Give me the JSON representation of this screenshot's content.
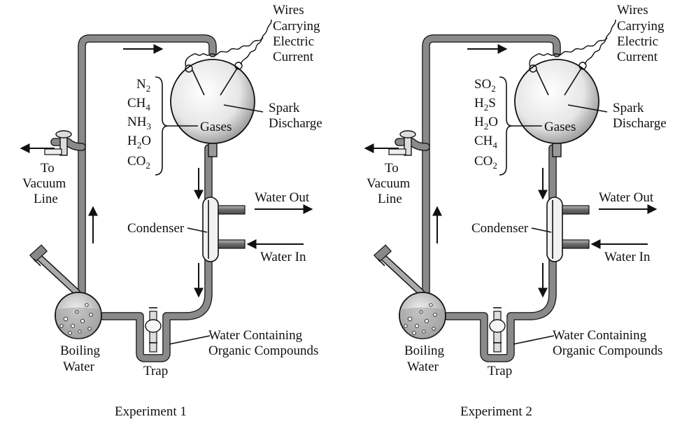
{
  "experiments": [
    {
      "wires_label": [
        "Wires",
        "Carrying",
        "Electric",
        "Current"
      ],
      "gases": [
        {
          "base": "N",
          "sub": "2"
        },
        {
          "base": "CH",
          "sub": "4"
        },
        {
          "base": "NH",
          "sub": "3"
        },
        {
          "base": "H",
          "sub": "2",
          "tail": "O"
        },
        {
          "base": "CO",
          "sub": "2"
        }
      ],
      "gases_label": "Gases",
      "spark_label": [
        "Spark",
        "Discharge"
      ],
      "vacuum_label": [
        "To",
        "Vacuum",
        "Line"
      ],
      "water_out_label": "Water Out",
      "water_in_label": "Water In",
      "condenser_label": "Condenser",
      "boiling_label": [
        "Boiling",
        "Water"
      ],
      "trap_label": "Trap",
      "organic_label": [
        "Water Containing",
        "Organic Compounds"
      ],
      "caption": "Experiment 1"
    },
    {
      "wires_label": [
        "Wires",
        "Carrying",
        "Electric",
        "Current"
      ],
      "gases": [
        {
          "base": "SO",
          "sub": "2"
        },
        {
          "base": "H",
          "sub": "2",
          "tail": "S"
        },
        {
          "base": "H",
          "sub": "2",
          "tail": "O"
        },
        {
          "base": "CH",
          "sub": "4"
        },
        {
          "base": "CO",
          "sub": "2"
        }
      ],
      "gases_label": "Gases",
      "spark_label": [
        "Spark",
        "Discharge"
      ],
      "vacuum_label": [
        "To",
        "Vacuum",
        "Line"
      ],
      "water_out_label": "Water Out",
      "water_in_label": "Water In",
      "condenser_label": "Condenser",
      "boiling_label": [
        "Boiling",
        "Water"
      ],
      "trap_label": "Trap",
      "organic_label": [
        "Water Containing",
        "Organic Compounds"
      ],
      "caption": "Experiment 2"
    }
  ]
}
